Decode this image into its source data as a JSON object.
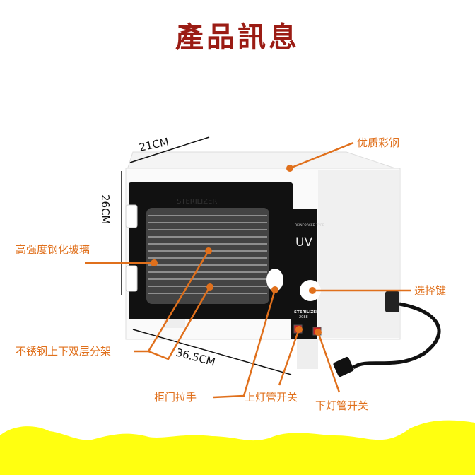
{
  "title": "產品訊息",
  "dimensions": {
    "depth": "21CM",
    "height": "26CM",
    "width": "36.5CM"
  },
  "device": {
    "brand_text": "STERILIZER",
    "panel_type": "REINFORCED TYPE",
    "panel_uv": "UV",
    "panel_model": "STERILIZER",
    "panel_model_no": "2088"
  },
  "callouts": {
    "steel": "优质彩钢",
    "glass": "高强度钢化玻璃",
    "knob": "选择键",
    "racks": "不锈钢上下双层分架",
    "handle": "柜门拉手",
    "upper_switch": "上灯管开关",
    "lower_switch": "下灯管开关"
  },
  "colors": {
    "title": "#9b1c14",
    "callout": "#e0701c",
    "banner": "#ffff10"
  }
}
